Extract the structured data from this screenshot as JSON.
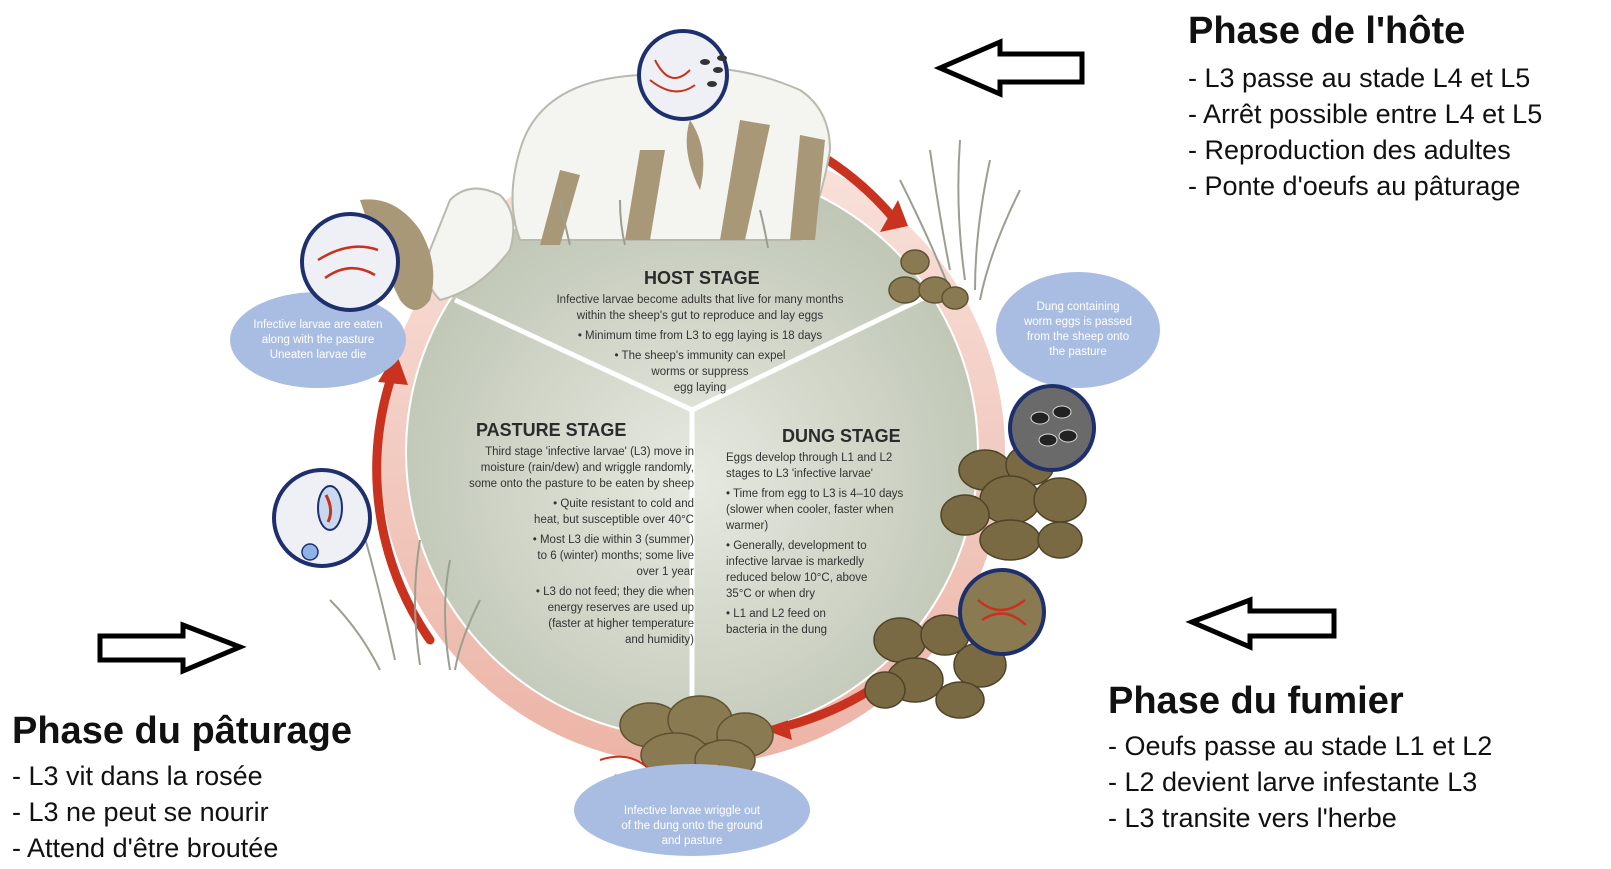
{
  "host_phase_fr": {
    "title": "Phase de l'hôte",
    "items": [
      "- L3 passe au stade L4 et L5",
      "- Arrêt possible entre L4 et L5",
      "- Reproduction des adultes",
      "- Ponte d'oeufs au pâturage"
    ]
  },
  "dung_phase_fr": {
    "title": "Phase du fumier",
    "items": [
      "- Oeufs passe au stade L1 et L2",
      "- L2 devient larve infestante L3",
      "- L3 transite vers l'herbe"
    ]
  },
  "pasture_phase_fr": {
    "title": "Phase du pâturage",
    "items": [
      "- L3 vit dans la rosée",
      "- L3 ne peut se nourir",
      "- Attend d'être broutée"
    ]
  },
  "host_stage": {
    "title": "HOST STAGE",
    "lines": [
      "Infective larvae become adults that live for many months",
      "within the sheep's gut to reproduce and lay eggs",
      "• Minimum time from L3 to egg laying is 18 days",
      "• The sheep's immunity can expel",
      "worms or suppress",
      "egg laying"
    ]
  },
  "pasture_stage": {
    "title": "PASTURE STAGE",
    "lines": [
      "Third stage 'infective larvae' (L3) move in",
      "moisture (rain/dew) and wriggle randomly,",
      "some onto the pasture to be eaten by sheep",
      "• Quite resistant to cold and",
      "heat, but susceptible over 40°C",
      "• Most L3 die within 3 (summer)",
      "to 6 (winter) months; some live",
      "over 1 year",
      "• L3 do not feed; they die when",
      "energy reserves are used up",
      "(faster at higher temperature",
      "and humidity)"
    ]
  },
  "dung_stage": {
    "title": "DUNG STAGE",
    "lines": [
      "Eggs develop through L1 and L2",
      "stages to L3 'infective larvae'",
      "• Time from egg to L3 is 4–10 days",
      "(slower when cooler, faster when",
      "warmer)",
      "• Generally, development to",
      "infective larvae is markedly",
      "reduced below 10°C, above",
      "35°C or when dry",
      "• L1 and L2 feed on",
      "bacteria in the dung"
    ]
  },
  "callouts": {
    "eaten": [
      "Infective larvae are eaten",
      "along with the pasture",
      "Uneaten larvae die"
    ],
    "dung_passed": [
      "Dung containing",
      "worm eggs is passed",
      "from the sheep onto",
      "the pasture"
    ],
    "wriggle": [
      "Infective larvae wriggle out",
      "of the dung onto the ground",
      "and pasture"
    ]
  },
  "colors": {
    "arrow_red": "#c8321e",
    "ring_pale": "#f2c9bf",
    "bubble_blue": "#a9bde3",
    "panel_host": "#d9ddd2",
    "panel_pasture": "#c9cfc0",
    "panel_dung": "#d1d6ca",
    "dung_brown": "#7a6a44",
    "sheep_white": "#f4f4f0"
  }
}
